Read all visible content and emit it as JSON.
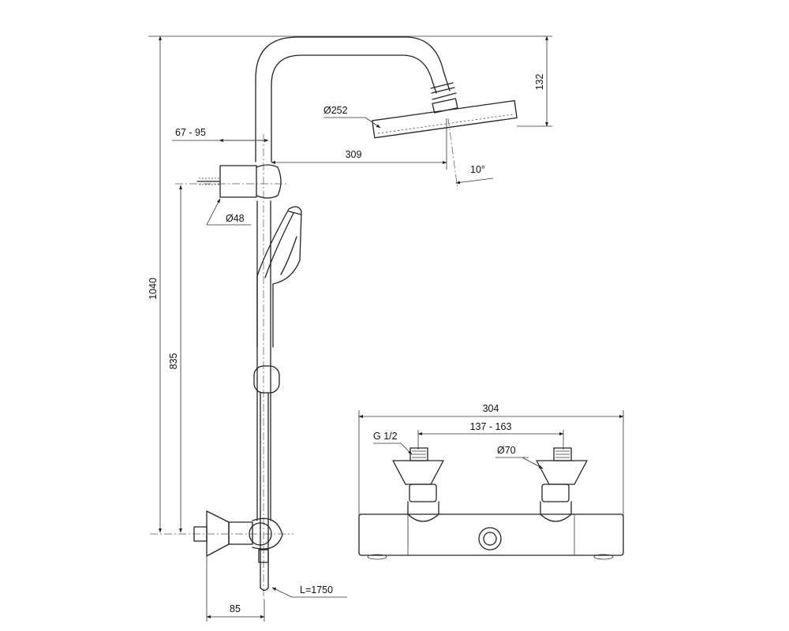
{
  "dimensions": {
    "top_height": "132",
    "showerhead_diameter": "Ø252",
    "arm_reach": "309",
    "tilt_angle": "10°",
    "bracket_offset": "67 - 95",
    "bracket_diameter": "Ø48",
    "total_height": "1040",
    "mixer_height": "835",
    "hose_length": "L=1750",
    "wall_offset": "85",
    "mixer_width": "304",
    "inlet_spacing": "137 - 163",
    "inlet_thread": "G 1/2",
    "flange_diameter": "Ø70"
  }
}
